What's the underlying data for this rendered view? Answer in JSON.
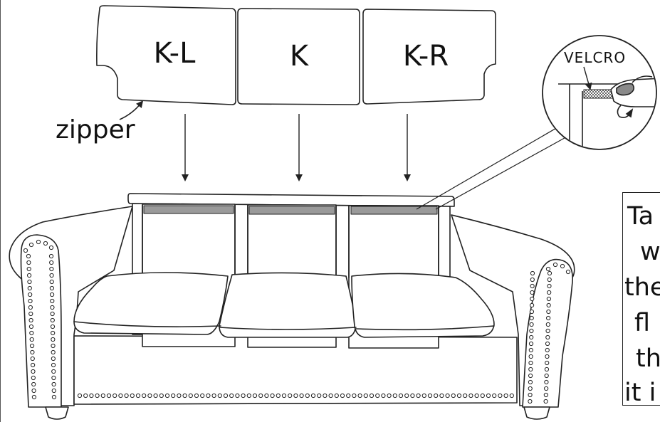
{
  "cushions": [
    {
      "name": "cushion-k-l",
      "label": "K-L"
    },
    {
      "name": "cushion-k",
      "label": "K"
    },
    {
      "name": "cushion-k-r",
      "label": "K-R"
    }
  ],
  "zipper_label": "zipper",
  "velcro_label": "VELCRO",
  "note_lines": [
    "Ta",
    "w",
    "the",
    "fl",
    "th",
    "it i"
  ]
}
